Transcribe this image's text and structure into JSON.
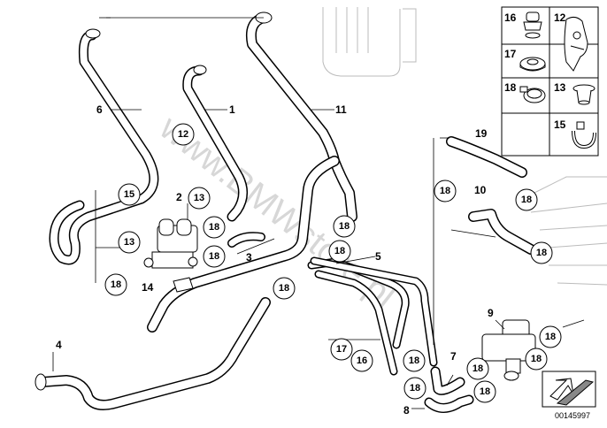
{
  "watermark": "www.BMWstore.pl",
  "doc_number": "00145997",
  "labels": {
    "l1": "1",
    "l2": "2",
    "l3": "3",
    "l4": "4",
    "l5": "5",
    "l6": "6",
    "l7": "7",
    "l8": "8",
    "l9": "9",
    "l10": "10",
    "l11": "11",
    "l14": "14",
    "l19": "19"
  },
  "circles": {
    "c12a": "12",
    "c15a": "15",
    "c13a": "13",
    "c13b": "13",
    "c18a": "18",
    "c18b": "18",
    "c18c": "18",
    "c18d": "18",
    "c18e": "18",
    "c18f": "18",
    "c18g": "18",
    "c18h": "18",
    "c18i": "18",
    "c18j": "18",
    "c18k": "18",
    "c18l": "18",
    "c18m": "18",
    "c18n": "18",
    "c18o": "18",
    "c17": "17",
    "c16": "16"
  },
  "legend": {
    "p16": "16",
    "p12": "12",
    "p17": "17",
    "p18": "18",
    "p13": "13",
    "p15": "15"
  },
  "icons": [
    "arrow-legend-icon",
    "hose-clamp-icon",
    "grommet-icon",
    "valve-icon"
  ]
}
